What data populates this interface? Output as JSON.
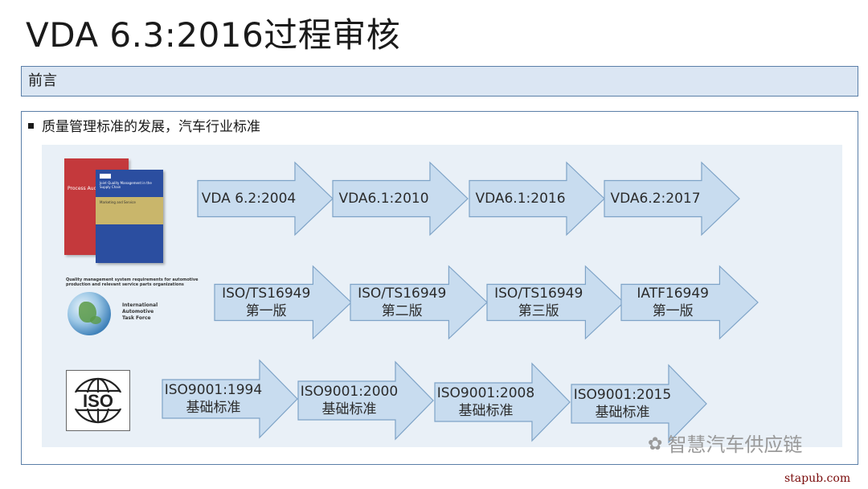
{
  "title": "VDA 6.3:2016过程审核",
  "section_label": "前言",
  "bullet_text": "质量管理标准的发展，汽车行业标准",
  "rows": [
    {
      "arrows": [
        {
          "lines": [
            "VDA 6.2:2004"
          ]
        },
        {
          "lines": [
            "VDA6.1:2010"
          ]
        },
        {
          "lines": [
            "VDA6.1:2016"
          ]
        },
        {
          "lines": [
            "VDA6.2:2017"
          ]
        }
      ]
    },
    {
      "arrows": [
        {
          "lines": [
            "ISO/TS16949",
            "第一版"
          ]
        },
        {
          "lines": [
            "ISO/TS16949",
            "第二版"
          ]
        },
        {
          "lines": [
            "ISO/TS16949",
            "第三版"
          ]
        },
        {
          "lines": [
            "IATF16949",
            "第一版"
          ]
        }
      ]
    },
    {
      "arrows": [
        {
          "lines": [
            "ISO9001:1994",
            "基础标准"
          ]
        },
        {
          "lines": [
            "ISO9001:2000",
            "基础标准"
          ]
        },
        {
          "lines": [
            "ISO9001:2008",
            "基础标准"
          ]
        },
        {
          "lines": [
            "ISO9001:2015",
            "基础标准"
          ]
        }
      ]
    }
  ],
  "logos": {
    "vda_red_book_text": "Process Audit",
    "vda_blue_book_logo": "VDA",
    "vda_blue_book_title": "Joint Quality Management in the Supply Chain",
    "vda_blue_book_subtitle": "Marketing and Service",
    "iatf_note": "Quality management system requirements for automotive production and relevant service parts organizations",
    "iatf_name_lines": [
      "International",
      "Automotive",
      "Task Force"
    ],
    "iso_text": "ISO"
  },
  "watermark": "智慧汽车供应链",
  "watermark_icon": "wechat-icon",
  "site_url": "stapub.com",
  "colors": {
    "arrow_fill": "#c8dcef",
    "arrow_stroke": "#7ea3c7",
    "panel_bg": "#e9f0f7",
    "bar_bg": "#dbe6f3",
    "border": "#5b7fa8"
  }
}
